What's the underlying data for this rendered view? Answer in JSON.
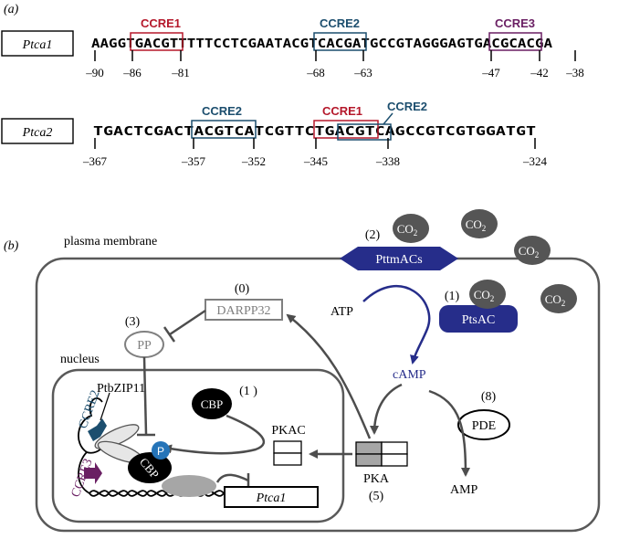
{
  "panel_a": {
    "label": "(a)",
    "ptca1": {
      "name": "Ptca1",
      "sequence": "AAGGTGACGTTTTTCCTCGAATACGTCACGATGCCGTAGGGAGTGACGCACGA",
      "boxes": [
        "CCRE1",
        "CCRE2",
        "CCRE3"
      ],
      "ticks": [
        "–90",
        "–86",
        "–81",
        "–68",
        "–63",
        "–47",
        "–42",
        "–38"
      ]
    },
    "ptca2": {
      "name": "Ptca2",
      "sequence": "TGACTCGACTACGTCATCGTTCTGACGTCAGCCGTCGTGGATGT",
      "boxes": [
        "CCRE2",
        "CCRE1",
        "CCRE2"
      ],
      "ticks": [
        "–367",
        "–357",
        "–352",
        "–345",
        "–338",
        "–324"
      ]
    }
  },
  "panel_b": {
    "label": "(b)",
    "plasma_membrane": "plasma membrane",
    "nucleus": "nucleus",
    "co2": "CO",
    "co2_sub": "2",
    "pttmacs": "PttmACs",
    "ptsac": "PtsAC",
    "darpp32": "DARPP32",
    "pp": "PP",
    "atp": "ATP",
    "camp": "cAMP",
    "pde": "PDE",
    "amp": "AMP",
    "pka": "PKA",
    "pkac": "PKAC",
    "cbp": "CBP",
    "p": "P",
    "ptbzip11": "PtbZIP11",
    "ccre2": "CCRE2",
    "ccre3": "CCRE3",
    "ptca1": "Ptca1",
    "step_labels": [
      "(2)",
      "(1)",
      "(0)",
      "(3)",
      "(1 )",
      "(8)",
      "(5)"
    ]
  },
  "colors": {
    "ccre1": "#b5182b",
    "ccre2": "#1c4e6e",
    "ccre3": "#6a1f63",
    "pttmacs": "#262d8a",
    "camp": "#262d8a",
    "phospho": "#2574b8",
    "gray_bubble": "#555555"
  }
}
